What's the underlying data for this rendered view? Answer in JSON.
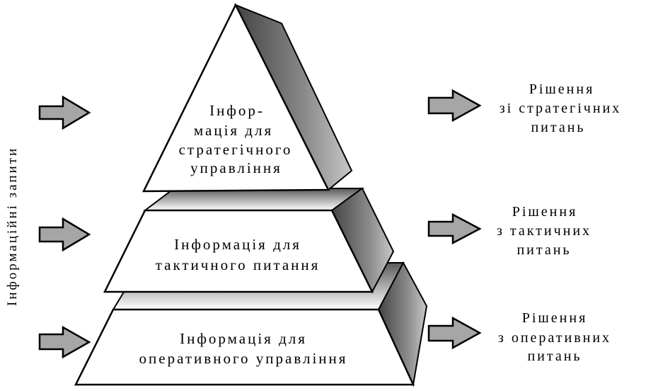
{
  "side_label": "Інформаційні запити",
  "levels": [
    {
      "id": "strategic",
      "lines": [
        "Інфор-",
        "мація для",
        "стратегічного",
        "управління"
      ]
    },
    {
      "id": "tactical",
      "lines": [
        "Інформація для",
        "тактичного питання"
      ]
    },
    {
      "id": "operational",
      "lines": [
        "Інформація для",
        "оперативного управління"
      ]
    }
  ],
  "outputs": [
    {
      "id": "strategic",
      "lines": [
        "Рішення",
        "зі стратегічних",
        "питань"
      ]
    },
    {
      "id": "tactical",
      "lines": [
        "Рішення",
        "з тактичних",
        "питань"
      ]
    },
    {
      "id": "operational",
      "lines": [
        "Рішення",
        "з оперативних",
        "питань"
      ]
    }
  ],
  "colors": {
    "arrow_fill": "#a6a6a6",
    "face_fill": "#ffffff",
    "side_dark": "#555555",
    "side_light": "#bdbdbd",
    "stroke": "#000000"
  },
  "icons": {
    "input_arrow": "right-arrow-icon",
    "output_arrow": "right-arrow-icon"
  }
}
